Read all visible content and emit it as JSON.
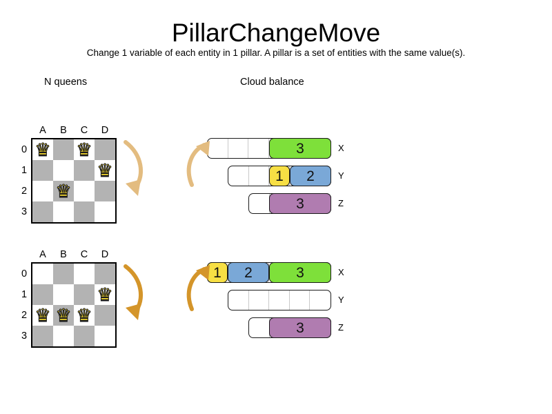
{
  "header": {
    "title": "PillarChangeMove",
    "subtitle": "Change 1 variable of each entity in 1 pillar. A pillar is a set of entities with the same value(s)."
  },
  "sections": {
    "queens_label": "N queens",
    "cloud_label": "Cloud balance"
  },
  "colors": {
    "green": "#7ee03a",
    "blue": "#7aa8d7",
    "yellow": "#f7df44",
    "purple": "#b07cb0",
    "board_dark": "#b3b3b3",
    "board_light": "#ffffff",
    "queen": "#f2d62e",
    "arrow_light": "#e3bc80",
    "arrow_dark": "#d4952a"
  },
  "boards": [
    {
      "name": "before",
      "col_labels": [
        "A",
        "B",
        "C",
        "D"
      ],
      "row_labels": [
        "0",
        "1",
        "2",
        "3"
      ],
      "queen_glyph": "♛",
      "queens": [
        {
          "col": 0,
          "row": 0
        },
        {
          "col": 2,
          "row": 0
        },
        {
          "col": 3,
          "row": 1
        },
        {
          "col": 1,
          "row": 2
        }
      ]
    },
    {
      "name": "after",
      "col_labels": [
        "A",
        "B",
        "C",
        "D"
      ],
      "row_labels": [
        "0",
        "1",
        "2",
        "3"
      ],
      "queen_glyph": "♛",
      "queens": [
        {
          "col": 3,
          "row": 1
        },
        {
          "col": 0,
          "row": 2
        },
        {
          "col": 1,
          "row": 2
        },
        {
          "col": 2,
          "row": 2
        }
      ]
    }
  ],
  "cloud": [
    {
      "name": "before",
      "rows": [
        {
          "label": "X",
          "capacity": 6,
          "segments": [
            {
              "value": "3",
              "width": 3,
              "offset": 3,
              "color": "#7ee03a"
            }
          ]
        },
        {
          "label": "Y",
          "capacity": 5,
          "segments": [
            {
              "value": "1",
              "width": 1,
              "offset": 2,
              "color": "#f7df44"
            },
            {
              "value": "2",
              "width": 2,
              "offset": 3,
              "color": "#7aa8d7"
            }
          ]
        },
        {
          "label": "Z",
          "capacity": 4,
          "segments": [
            {
              "value": "3",
              "width": 3,
              "offset": 1,
              "color": "#b07cb0"
            }
          ]
        }
      ]
    },
    {
      "name": "after",
      "rows": [
        {
          "label": "X",
          "capacity": 6,
          "segments": [
            {
              "value": "1",
              "width": 1,
              "offset": 0,
              "color": "#f7df44"
            },
            {
              "value": "2",
              "width": 2,
              "offset": 1,
              "color": "#7aa8d7"
            },
            {
              "value": "3",
              "width": 3,
              "offset": 3,
              "color": "#7ee03a"
            }
          ]
        },
        {
          "label": "Y",
          "capacity": 5,
          "segments": []
        },
        {
          "label": "Z",
          "capacity": 4,
          "segments": [
            {
              "value": "3",
              "width": 3,
              "offset": 1,
              "color": "#b07cb0"
            }
          ]
        }
      ]
    }
  ],
  "arrows": [
    {
      "name": "queens-move-arrow-top",
      "color": "#e3bc80"
    },
    {
      "name": "cloud-move-arrow-top",
      "color": "#e3bc80"
    },
    {
      "name": "queens-move-arrow-bottom",
      "color": "#d4952a"
    },
    {
      "name": "cloud-move-arrow-bottom",
      "color": "#d4952a"
    }
  ]
}
